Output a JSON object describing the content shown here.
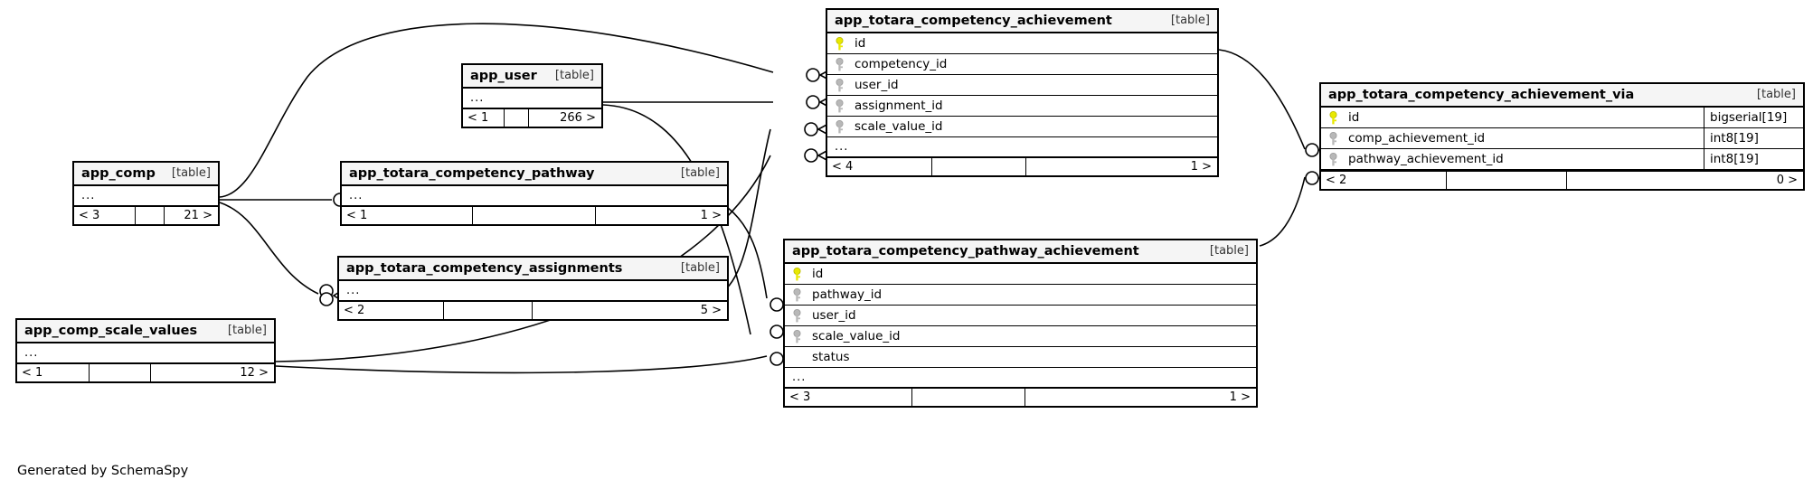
{
  "diagram": {
    "generator_credit": "Generated by SchemaSpy",
    "table_tag": "[table]",
    "ellipsis": "...",
    "colors": {
      "primary_key": "#e8e800",
      "foreign_key": "#b0b0b0",
      "title_bg": "#f5f5f5",
      "border": "#000000",
      "background": "#ffffff"
    }
  },
  "tables": {
    "app_comp": {
      "name": "app_comp",
      "tag": "[table]",
      "columns": [],
      "ellipsis": "...",
      "footer": {
        "left": "< 3",
        "mid": "",
        "right": "21 >"
      }
    },
    "app_comp_scale_values": {
      "name": "app_comp_scale_values",
      "tag": "[table]",
      "columns": [],
      "ellipsis": "...",
      "footer": {
        "left": "< 1",
        "mid": "",
        "right": "12 >"
      }
    },
    "app_user": {
      "name": "app_user",
      "tag": "[table]",
      "columns": [],
      "ellipsis": "...",
      "footer": {
        "left": "< 1",
        "mid": "",
        "right": "266 >"
      }
    },
    "app_totara_competency_pathway": {
      "name": "app_totara_competency_pathway",
      "tag": "[table]",
      "columns": [],
      "ellipsis": "...",
      "footer": {
        "left": "< 1",
        "mid": "",
        "right": "1 >"
      }
    },
    "app_totara_competency_assignments": {
      "name": "app_totara_competency_assignments",
      "tag": "[table]",
      "columns": [],
      "ellipsis": "...",
      "footer": {
        "left": "< 2",
        "mid": "",
        "right": "5 >"
      }
    },
    "app_totara_competency_achievement": {
      "name": "app_totara_competency_achievement",
      "tag": "[table]",
      "columns": [
        {
          "label": "id",
          "key": "primary"
        },
        {
          "label": "competency_id",
          "key": "foreign"
        },
        {
          "label": "user_id",
          "key": "foreign"
        },
        {
          "label": "assignment_id",
          "key": "foreign"
        },
        {
          "label": "scale_value_id",
          "key": "foreign"
        }
      ],
      "ellipsis": "...",
      "footer": {
        "left": "< 4",
        "mid": "",
        "right": "1 >"
      }
    },
    "app_totara_competency_pathway_achievement": {
      "name": "app_totara_competency_pathway_achievement",
      "tag": "[table]",
      "columns": [
        {
          "label": "id",
          "key": "primary"
        },
        {
          "label": "pathway_id",
          "key": "foreign"
        },
        {
          "label": "user_id",
          "key": "foreign"
        },
        {
          "label": "scale_value_id",
          "key": "foreign"
        },
        {
          "label": "status",
          "key": "none"
        }
      ],
      "ellipsis": "...",
      "footer": {
        "left": "< 3",
        "mid": "",
        "right": "1 >"
      }
    },
    "app_totara_competency_achievement_via": {
      "name": "app_totara_competency_achievement_via",
      "tag": "[table]",
      "columns": [
        {
          "label": "id",
          "key": "primary",
          "type": "bigserial[19]"
        },
        {
          "label": "comp_achievement_id",
          "key": "foreign",
          "type": "int8[19]"
        },
        {
          "label": "pathway_achievement_id",
          "key": "foreign",
          "type": "int8[19]"
        }
      ],
      "footer": {
        "left": "< 2",
        "mid": "",
        "right": "0 >"
      }
    }
  }
}
